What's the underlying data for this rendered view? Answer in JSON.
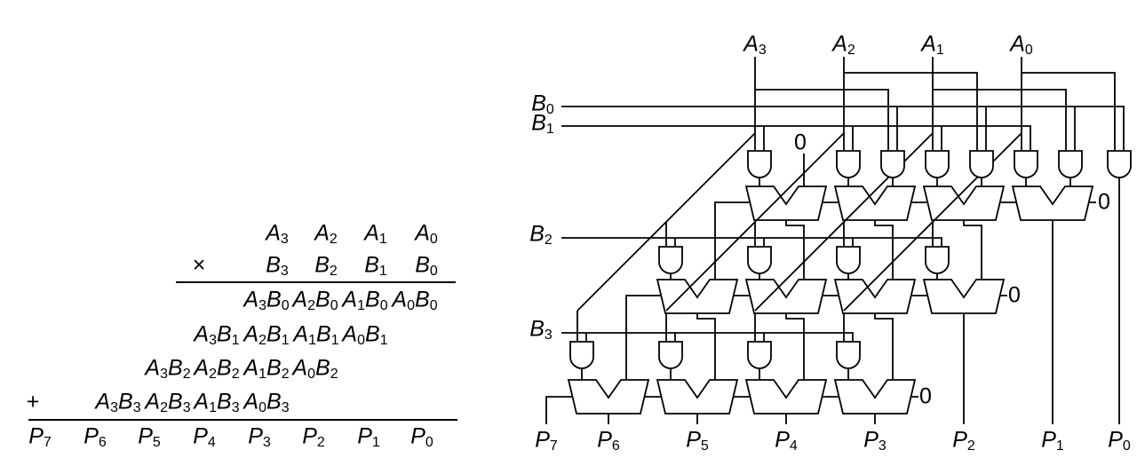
{
  "tableau": {
    "multiply_sign": "×",
    "plus_sign": "+",
    "operand_a": [
      "A3",
      "A2",
      "A1",
      "A0"
    ],
    "operand_b": [
      "B3",
      "B2",
      "B1",
      "B0"
    ],
    "partial_products": [
      [
        "A3B0",
        "A2B0",
        "A1B0",
        "A0B0"
      ],
      [
        "A3B1",
        "A2B1",
        "A1B1",
        "A0B1"
      ],
      [
        "A3B2",
        "A2B2",
        "A1B2",
        "A0B2"
      ],
      [
        "A3B3",
        "A2B3",
        "A1B3",
        "A0B3"
      ]
    ],
    "product": [
      "P7",
      "P6",
      "P5",
      "P4",
      "P3",
      "P2",
      "P1",
      "P0"
    ]
  },
  "circuit": {
    "a_inputs": [
      "A3",
      "A2",
      "A1",
      "A0"
    ],
    "b_inputs": [
      "B0",
      "B1",
      "B2",
      "B3"
    ],
    "p_outputs": [
      "P7",
      "P6",
      "P5",
      "P4",
      "P3",
      "P2",
      "P1",
      "P0"
    ],
    "zero_top": "0",
    "zero_row1": "0",
    "zero_row2": "0",
    "zero_row3": "0"
  },
  "colors": {
    "ink": "#000000",
    "background": "#ffffff"
  }
}
